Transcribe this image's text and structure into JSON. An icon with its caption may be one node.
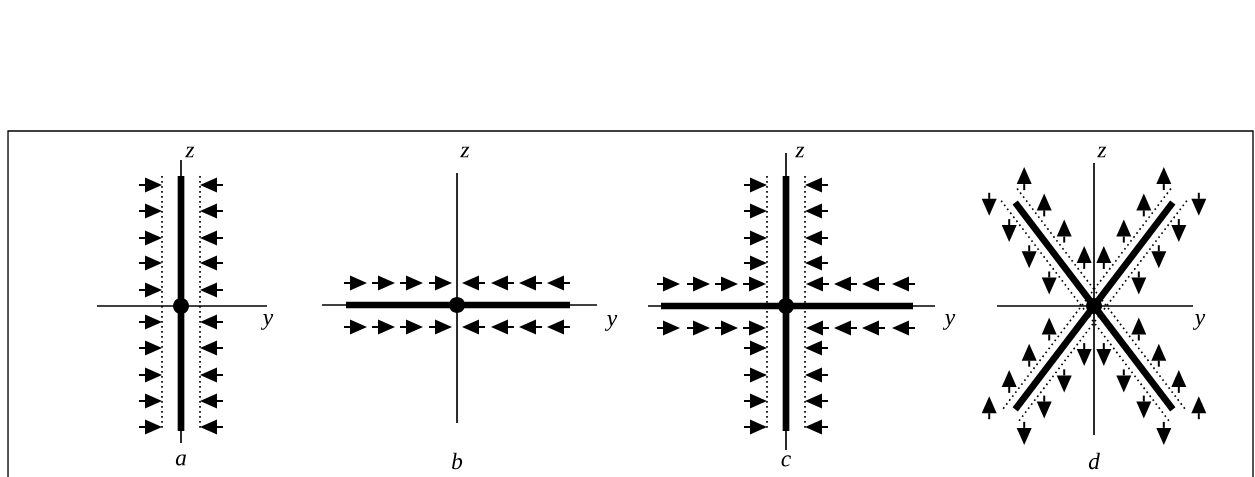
{
  "diagram": {
    "labels": [
      "z",
      "y",
      "a",
      "z",
      "y",
      "b",
      "z",
      "y",
      "c",
      "z",
      "y",
      "d"
    ]
  }
}
